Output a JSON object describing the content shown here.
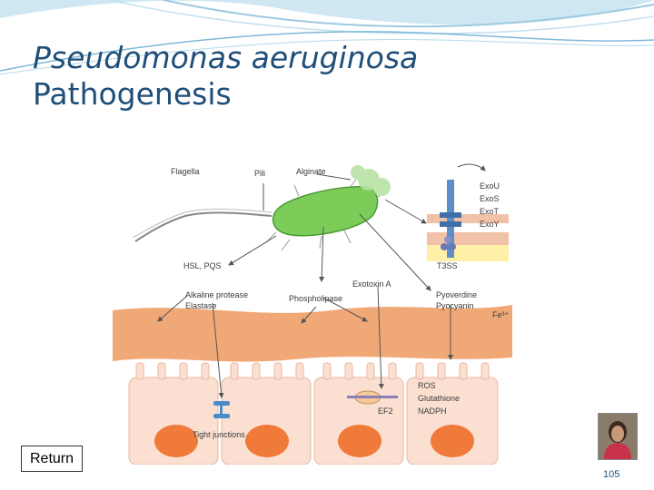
{
  "slide": {
    "title_line1": "Pseudomonas aeruginosa",
    "title_line2": "Pathogenesis",
    "page_number": "105",
    "return_label": "Return"
  },
  "figure": {
    "labels": {
      "flagella": "Flagella",
      "pili": "Pili",
      "alginate": "Alginate",
      "exou": "ExoU",
      "exos": "ExoS",
      "exot": "ExoT",
      "exoy": "ExoY",
      "t3ss": "T3SS",
      "hsl_pqs": "HSL, PQS",
      "exotoxin_a": "Exotoxin A",
      "alkaline_protease": "Alkaline protease",
      "elastase": "Elastase",
      "phospholipase": "Phospholipase",
      "pyoverdine": "Pyoverdine",
      "pyocyanin": "Pyocyanin",
      "fe": "Fe³⁺",
      "ros": "ROS",
      "glutathione": "Glutathione",
      "nadph": "NADPH",
      "ef2": "EF2",
      "tight_junctions": "Tight junctions"
    }
  }
}
